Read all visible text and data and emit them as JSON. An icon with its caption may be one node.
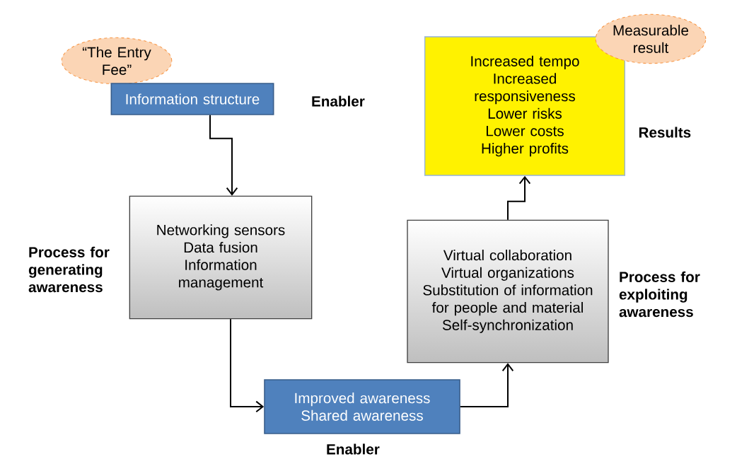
{
  "diagram": {
    "nodes": [
      {
        "text": [
          "“The Entry Fee”"
        ]
      },
      {
        "text": [
          "Information structure"
        ],
        "beside": [
          "Enabler"
        ]
      },
      {
        "text": [
          "Networking sensors",
          "Data fusion",
          "Information management"
        ],
        "beside": [
          "Process for generating awareness"
        ]
      },
      {
        "text": [
          "Improved awareness",
          "Shared awareness"
        ],
        "beside": [
          "Enabler"
        ]
      },
      {
        "text": [
          "Virtual collaboration",
          "Virtual organizations",
          "Substitution of information for people and material",
          "Self-synchronization"
        ],
        "beside": [
          "Process for exploiting awareness"
        ]
      },
      {
        "text": [
          "Increased tempo",
          "Increased responsiveness",
          "Lower risks",
          "Lower costs",
          "Higher profits"
        ],
        "beside": [
          "Results"
        ]
      },
      {
        "text": [
          "Measurable result"
        ]
      }
    ],
    "edges": [
      {
        "from": 1,
        "to": 2,
        "arrow": "to"
      },
      {
        "from": 2,
        "to": 3,
        "arrow": "to"
      },
      {
        "from": 3,
        "to": 4,
        "arrow": "to"
      },
      {
        "from": 4,
        "to": 5,
        "arrow": "to"
      }
    ]
  }
}
